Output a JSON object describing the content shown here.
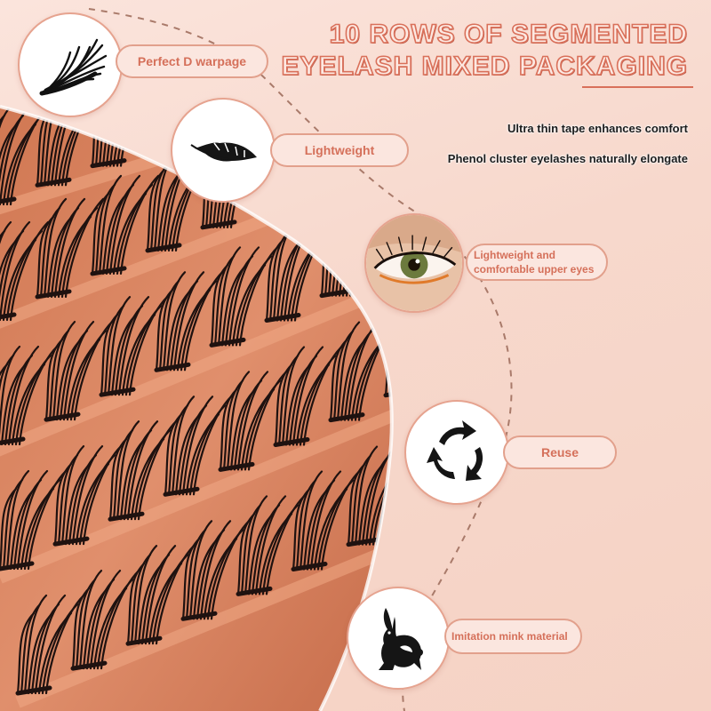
{
  "header": {
    "title_line1": "10 ROWS OF SEGMENTED",
    "title_line2": "EYELASH MIXED PACKAGING"
  },
  "notes": [
    "Ultra thin tape enhances comfort",
    "Phenol cluster eyelashes naturally elongate"
  ],
  "features": [
    {
      "label": "Perfect D warpage",
      "icon": "lash-curl-icon"
    },
    {
      "label": "Lightweight",
      "icon": "feather-icon"
    },
    {
      "label_line1": "Lightweight and",
      "label_line2": "comfortable upper eyes",
      "icon": "eye-photo"
    },
    {
      "label": "Reuse",
      "icon": "recycle-arrows-icon"
    },
    {
      "label": "Imitation mink material",
      "icon": "rabbit-icon"
    }
  ],
  "colors": {
    "accent": "#d5705a",
    "pill_border": "#e2a08c",
    "pill_fill": "#fbe6df",
    "tray": "#d9805f",
    "lash": "#1f1210",
    "background": "#f7d8cc"
  }
}
